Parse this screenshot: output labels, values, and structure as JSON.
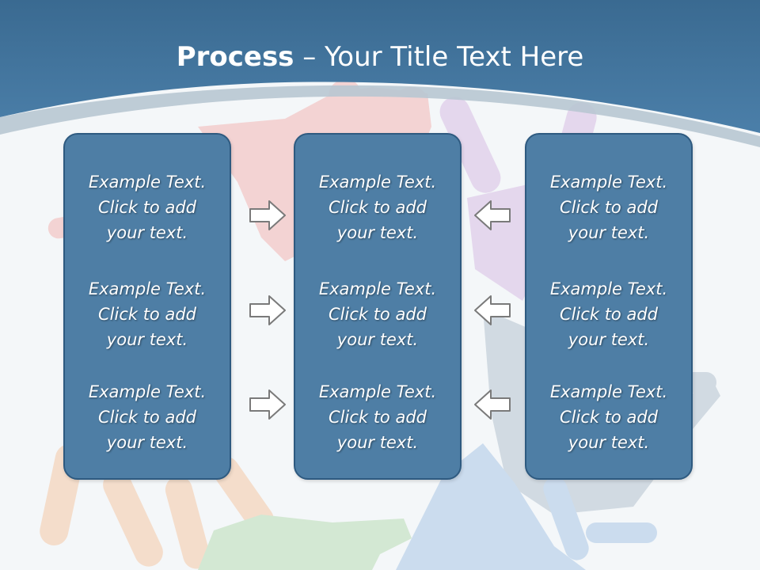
{
  "title": {
    "bold": "Process",
    "rest": " – Your Title Text Here"
  },
  "colors": {
    "header": "#41729a",
    "box_fill": "#4e7ea5",
    "box_border": "#2e5a80",
    "arrow_outline": "#7a7a7a",
    "text": "#ffffff"
  },
  "columns": [
    {
      "blocks": [
        {
          "line1": "Example Text.",
          "line2": "Click  to add",
          "line3": "your text."
        },
        {
          "line1": "Example Text.",
          "line2": "Click  to add",
          "line3": "your text."
        },
        {
          "line1": "Example Text.",
          "line2": "Click  to add",
          "line3": "your text."
        }
      ]
    },
    {
      "blocks": [
        {
          "line1": "Example Text.",
          "line2": "Click  to add",
          "line3": "your text."
        },
        {
          "line1": "Example Text.",
          "line2": "Click  to add",
          "line3": "your text."
        },
        {
          "line1": "Example Text.",
          "line2": "Click  to add",
          "line3": "your text."
        }
      ]
    },
    {
      "blocks": [
        {
          "line1": "Example Text.",
          "line2": "Click  to add",
          "line3": "your text."
        },
        {
          "line1": "Example Text.",
          "line2": "Click  to add",
          "line3": "your text."
        },
        {
          "line1": "Example Text.",
          "line2": "Click  to add",
          "line3": "your text."
        }
      ]
    }
  ],
  "arrows": {
    "left_group": "right-arrow-icon",
    "right_group": "left-arrow-icon"
  }
}
